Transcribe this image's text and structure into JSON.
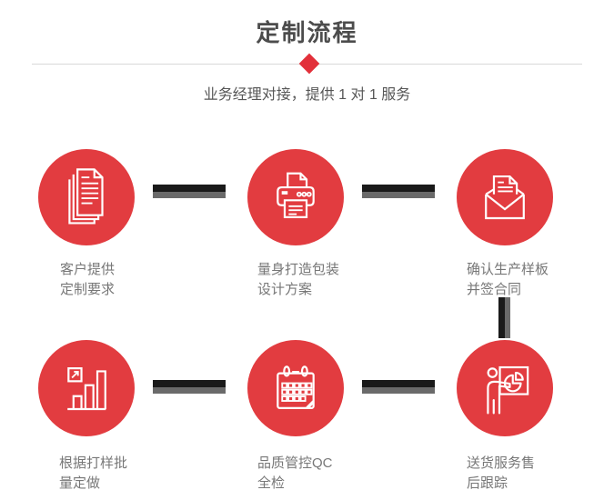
{
  "header": {
    "title": "定制流程",
    "subtitle": "业务经理对接，提供 1 对 1 服务"
  },
  "steps": [
    {
      "icon": "documents-icon",
      "line1": "客户提供",
      "line2": "定制要求"
    },
    {
      "icon": "printer-icon",
      "line1": "量身打造包装",
      "line2": "设计方案"
    },
    {
      "icon": "envelope-letter-icon",
      "line1": "确认生产样板",
      "line2": "并签合同"
    },
    {
      "icon": "bar-chart-growth-icon",
      "line1": "根据打样批",
      "line2": "量定做"
    },
    {
      "icon": "calendar-icon",
      "line1": "品质管控QC",
      "line2": "全检"
    },
    {
      "icon": "presentation-icon",
      "line1": "送货服务售",
      "line2": "后跟踪"
    }
  ],
  "colors": {
    "accent_red": "#e23c40",
    "diamond_red": "#e2303a",
    "connector_dark": "#1a1a1a",
    "connector_gray": "#6a6a6a",
    "divider_gray": "#d9d9d9",
    "title_text": "#4c4c4c",
    "subtitle_text": "#565656",
    "caption_text": "#777777"
  }
}
